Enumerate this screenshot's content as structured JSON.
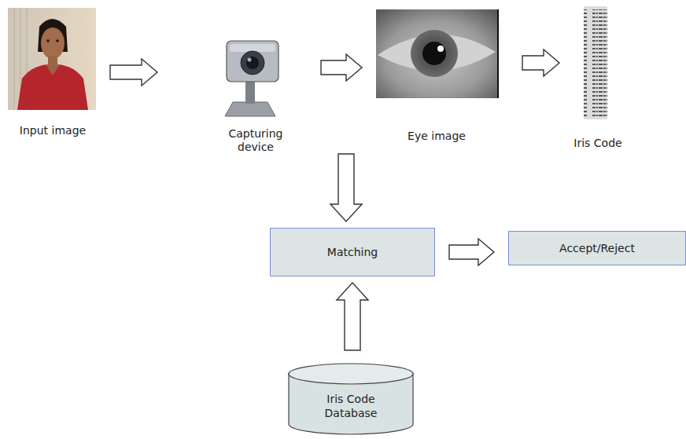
{
  "diagram": {
    "nodes": [
      {
        "text": [
          "Input image"
        ]
      },
      {
        "text": [
          "Capturing device"
        ]
      },
      {
        "text": [
          "Eye image"
        ]
      },
      {
        "text": [
          "Iris Code"
        ]
      },
      {
        "text": [
          "Matching"
        ]
      },
      {
        "text": [
          "Accept/Reject"
        ]
      },
      {
        "text": [
          "Iris Code Database"
        ]
      }
    ],
    "edges": [
      {
        "from": 0,
        "to": 1,
        "arrow": "to"
      },
      {
        "from": 1,
        "to": 2,
        "arrow": "to"
      },
      {
        "from": 2,
        "to": 3,
        "arrow": "to"
      },
      {
        "from": 2,
        "to": 4,
        "arrow": "to"
      },
      {
        "from": 4,
        "to": 5,
        "arrow": "to"
      },
      {
        "from": 6,
        "to": 4,
        "arrow": "to"
      }
    ]
  }
}
